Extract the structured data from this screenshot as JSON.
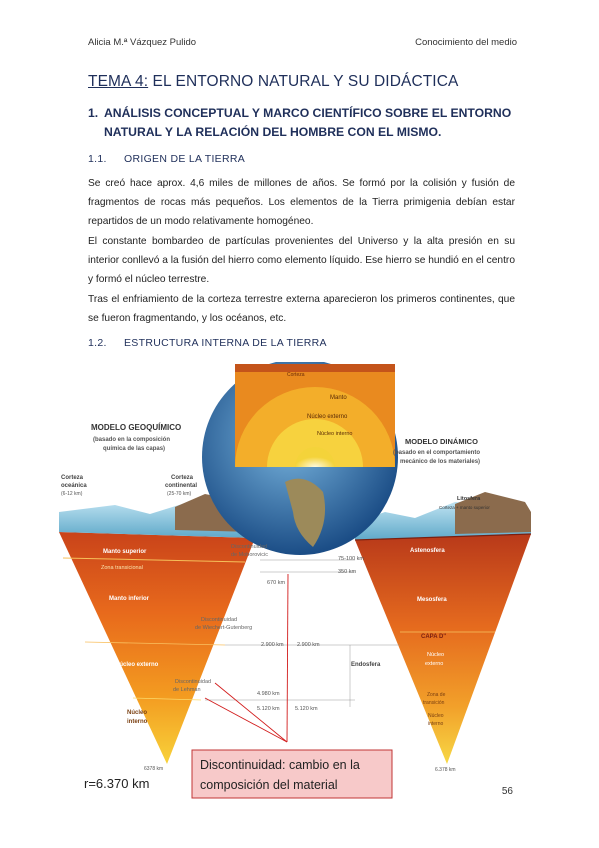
{
  "header": {
    "author": "Alicia M.ª Vázquez Pulido",
    "subject": "Conocimiento del medio"
  },
  "title": {
    "prefix": "TEMA 4:",
    "text": " EL ENTORNO NATURAL Y SU DIDÁCTICA"
  },
  "section1": {
    "number": "1.",
    "line1": "ANÁLISIS CONCEPTUAL Y MARCO CIENTÍFICO SOBRE EL ENTORNO",
    "line2": "NATURAL Y LA RELACIÓN DEL HOMBRE CON EL MISMO."
  },
  "subsection1": {
    "number": "1.1.",
    "title": "ORIGEN DE LA TIERRA"
  },
  "paragraphs": [
    "Se creó hace aprox. 4,6 miles de millones de años. Se formó por la colisión y fusión de fragmentos de rocas más pequeños. Los elementos de la Tierra primigenia debían estar repartidos de un modo relativamente homogéneo.",
    "El constante bombardeo de partículas provenientes del Universo y la alta presión en su interior conllevó a la fusión del hierro como elemento líquido. Ese hierro se hundió en el centro y formó el núcleo terrestre.",
    "Tras el enfriamiento de la corteza terrestre externa aparecieron los primeros continentes, que se fueron fragmentando, y los océanos, etc."
  ],
  "subsection2": {
    "number": "1.2.",
    "title": "ESTRUCTURA INTERNA DE LA TIERRA"
  },
  "figure": {
    "globe_labels": [
      "Corteza",
      "Manto",
      "Núcleo externo",
      "Núcleo interno"
    ],
    "left_model": {
      "title": "MODELO GEOQUÍMICO",
      "subtitle1": "(basado en la composición",
      "subtitle2": "química de las capas)"
    },
    "right_model": {
      "title": "MODELO DINÁMICO",
      "subtitle1": "(basado en el comportamiento",
      "subtitle2": "mecánico de los materiales)"
    },
    "crust_oceanic": {
      "name1": "Corteza",
      "name2": "oceánica",
      "range": "(6-12 km)"
    },
    "crust_continental": {
      "name1": "Corteza",
      "name2": "continental",
      "range": "(25-70 km)"
    },
    "left_layers": [
      "Manto superior",
      "Zona transicional",
      "Manto inferior",
      "Núcleo externo",
      "Núcleo",
      "interno"
    ],
    "right_layers": [
      "Litosfera",
      "Corteza + manto superior",
      "Astenosfera",
      "Mesosfera",
      "CAPA D''",
      "Núcleo",
      "externo",
      "Zona de",
      "transición",
      "Núcleo",
      "interno"
    ],
    "discontinuities": [
      {
        "l1": "Discontinuidad",
        "l2": "de Mohorovicic"
      },
      {
        "l1": "Discontinuidad",
        "l2": "de Wiechert-Gutenberg"
      },
      {
        "l1": "Discontinuidad",
        "l2": "de Lehman"
      }
    ],
    "depths": [
      "75-100 km",
      "350 km",
      "670 km",
      "2.900 km",
      "2.900 km",
      "4.980 km",
      "5.120 km",
      "5.120 km",
      "6378 km",
      "6.378 km"
    ],
    "endosfera": "Endosfera",
    "radius": "r=6.370 km",
    "callout_line1": "Discontinuidad: cambio en la",
    "callout_line2": "composición del material"
  },
  "page_number": "56"
}
